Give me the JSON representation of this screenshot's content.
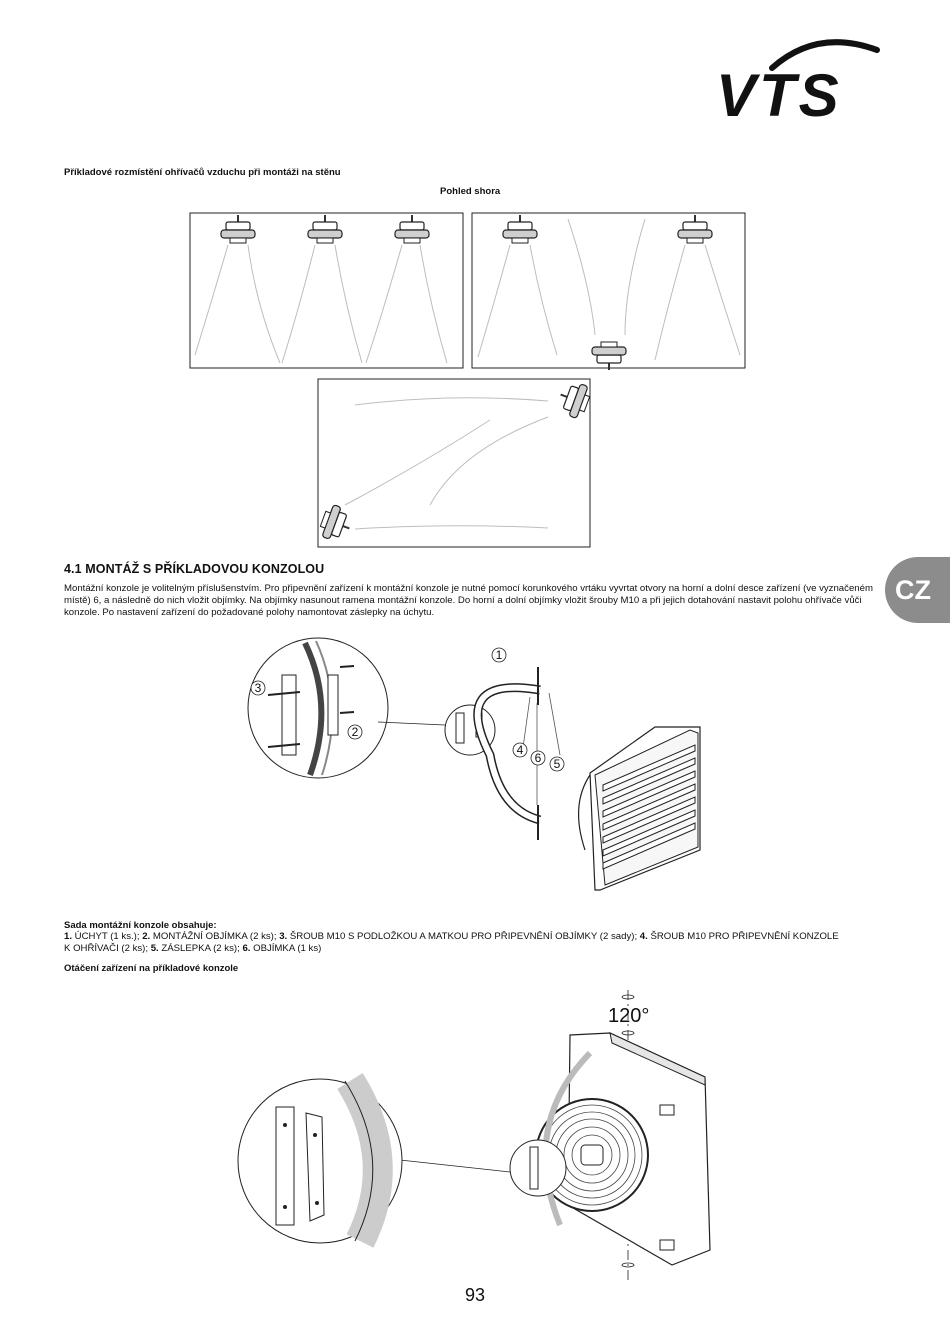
{
  "brand": {
    "logo_text": "VTS"
  },
  "figure1": {
    "caption": "Příkladové rozmístění ohřívačů vzduchu při montáži na stěnu",
    "view_label": "Pohled shora"
  },
  "section": {
    "number_title": "4.1  MONTÁŽ S PŘÍKLADOVOU KONZOLOU",
    "paragraph_lines": [
      "Montážní konzole je volitelným příslušenstvím. Pro připevnění zařízení k montážní konzole je nutné pomocí korunkového vrtáku vyvrtat otvory na horní a dolní desce zařízení (ve vyznačeném",
      "místě) 6, a následně do nich vložit objímky. Na objímky nasunout ramena montážní konzole. Do horní a dolní objímky vložit šrouby M10 a při jejich dotahování nastavit polohu ohřívače vůči",
      "konzole. Po nastavení zařízení do požadované polohy namontovat záslepky na úchytu."
    ]
  },
  "figure2": {
    "callouts": [
      "1",
      "2",
      "3",
      "4",
      "5",
      "6"
    ]
  },
  "kit": {
    "heading": "Sada montážní konzole obsahuje:",
    "line1_parts": [
      {
        "b": "1. ",
        "t": "ÚCHYT (1 ks.); "
      },
      {
        "b": "2. ",
        "t": "MONTÁŽNÍ OBJÍMKA (2 ks); "
      },
      {
        "b": "3. ",
        "t": "ŠROUB M10 S PODLOŽKOU A MATKOU PRO PŘIPEVNĚNÍ OBJÍMKY (2 sady); "
      },
      {
        "b": "4. ",
        "t": "ŠROUB M10 PRO PŘIPEVNĚNÍ KONZOLE"
      }
    ],
    "line2_parts": [
      {
        "b": "",
        "t": "K OHŘÍVAČI (2 ks); "
      },
      {
        "b": "5. ",
        "t": "ZÁSLEPKA (2 ks); "
      },
      {
        "b": "6. ",
        "t": "OBJÍMKA (1 ks)"
      }
    ]
  },
  "figure3": {
    "caption": "Otáčení zařízení na příkladové konzole",
    "angle_label": "120°"
  },
  "side_tab": {
    "label": "CZ"
  },
  "page": {
    "number": "93"
  }
}
